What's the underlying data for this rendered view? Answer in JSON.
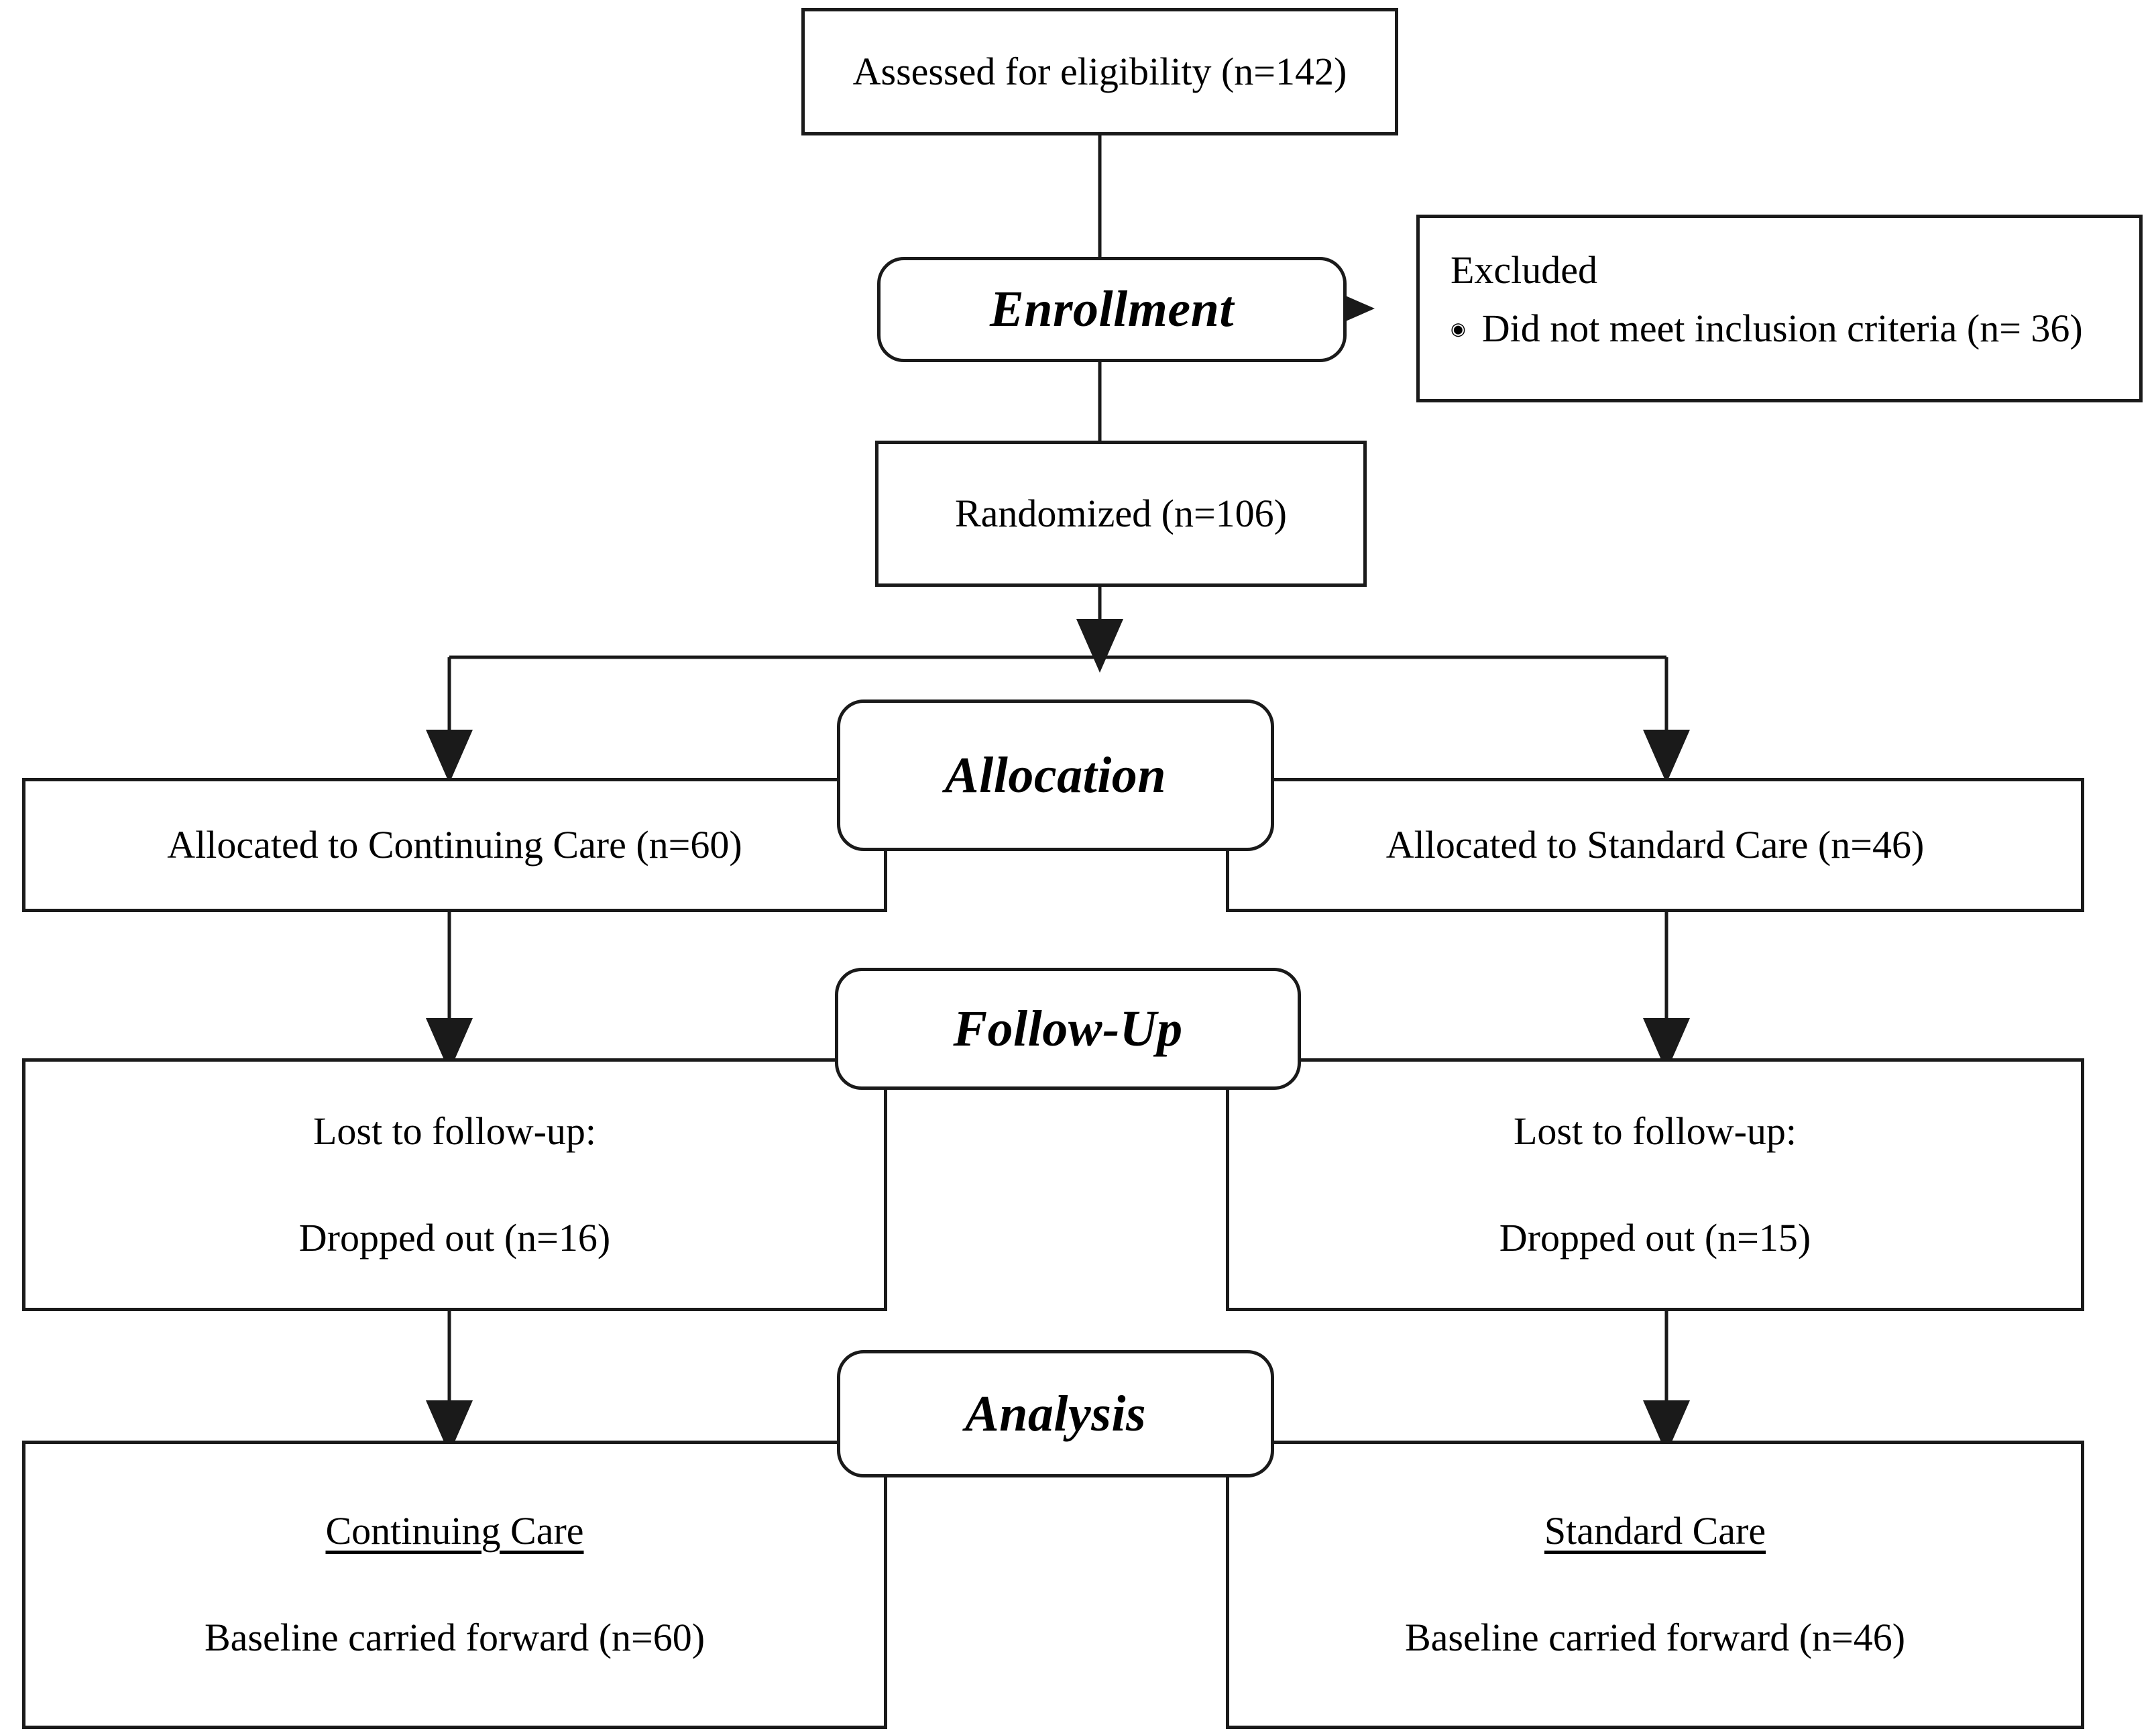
{
  "diagram": {
    "title": "CONSORT participant flow diagram",
    "type": "flowchart",
    "stroke_color": "#1a1a1a",
    "background_color": "#ffffff"
  },
  "nodes": {
    "assessed": {
      "label": "Assessed for eligibility (n=142)",
      "n": 142
    },
    "enrollment_stage": {
      "label": "Enrollment"
    },
    "excluded": {
      "title": "Excluded",
      "bullet_glyph": "◉",
      "items": [
        "Did not meet inclusion criteria (n= 36)"
      ],
      "n": 36
    },
    "randomized": {
      "label": "Randomized (n=106)",
      "n": 106
    },
    "allocation_stage": {
      "label": "Allocation"
    },
    "alloc_left": {
      "label": "Allocated to Continuing Care (n=60)",
      "n": 60
    },
    "alloc_right": {
      "label": "Allocated to Standard Care (n=46)",
      "n": 46
    },
    "followup_stage": {
      "label": "Follow-Up"
    },
    "follow_left": {
      "line1": "Lost to follow-up:",
      "line2": "Dropped out (n=16)",
      "n": 16
    },
    "follow_right": {
      "line1": "Lost to follow-up:",
      "line2": "Dropped out (n=15)",
      "n": 15
    },
    "analysis_stage": {
      "label": "Analysis"
    },
    "analysis_left": {
      "heading": "Continuing Care",
      "detail": "Baseline carried forward (n=60)",
      "n": 60
    },
    "analysis_right": {
      "heading": "Standard Care",
      "detail": "Baseline carried forward (n=46)",
      "n": 46
    }
  }
}
